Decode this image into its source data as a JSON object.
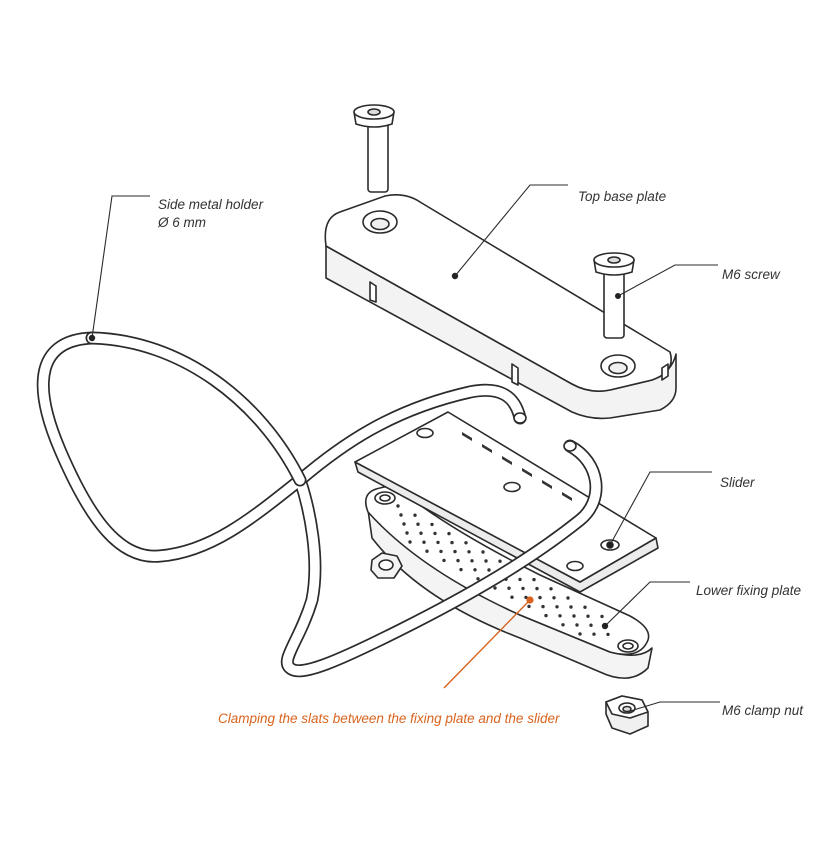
{
  "diagram": {
    "labels": {
      "side_metal_holder": "Side metal holder",
      "side_metal_holder_diameter": "Ø 6 mm",
      "top_base_plate": "Top base plate",
      "m6_screw": "M6 screw",
      "slider": "Slider",
      "lower_fixing_plate": "Lower fixing plate",
      "m6_clamp_nut": "M6 clamp nut",
      "clamping_caption": "Clamping the slats between the fixing plate and the slider"
    },
    "colors": {
      "line": "#2b2b2b",
      "accent": "#d9641f",
      "text": "#333333",
      "fill": "#ffffff",
      "shade": "#f1f1f1"
    }
  }
}
